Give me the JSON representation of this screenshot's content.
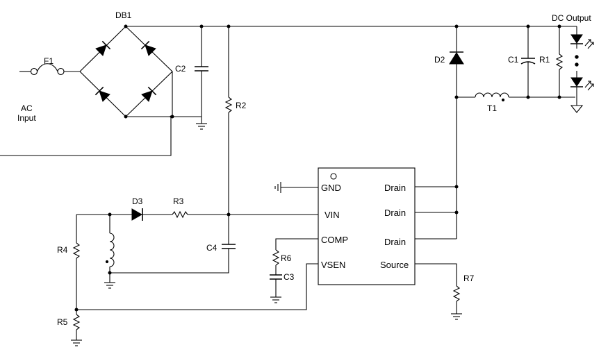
{
  "labels": {
    "db1": "DB1",
    "f1": "F1",
    "ac_input_line1": "AC",
    "ac_input_line2": "Input",
    "c2": "C2",
    "r2": "R2",
    "d2": "D2",
    "c1": "C1",
    "r1": "R1",
    "t1": "T1",
    "dc_output": "DC Output",
    "d3": "D3",
    "r3": "R3",
    "r4": "R4",
    "r5": "R5",
    "c4": "C4",
    "r6": "R6",
    "c3": "C3",
    "r7": "R7"
  },
  "ic": {
    "pins": {
      "gnd": "GND",
      "vin": "VIN",
      "comp": "COMP",
      "vsen": "VSEN",
      "drain1": "Drain",
      "drain2": "Drain",
      "drain3": "Drain",
      "source": "Source"
    }
  }
}
